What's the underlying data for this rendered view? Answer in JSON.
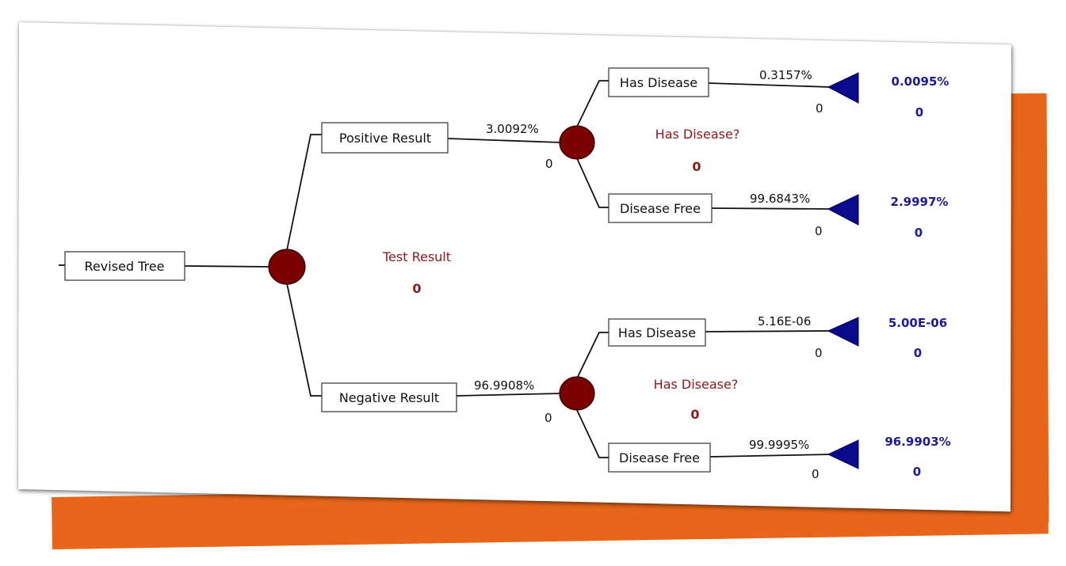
{
  "colors": {
    "accent_orange": "#e8661b",
    "chance_node": "#7b0000",
    "terminal_node": "#0a0a8c",
    "decision_label": "#8b1a1a",
    "terminal_text": "#1c1c9a"
  },
  "tree": {
    "root": {
      "label": "Revised Tree"
    },
    "root_chance": {
      "name": "Test Result",
      "value": "0"
    },
    "positive": {
      "label": "Positive Result",
      "probability": "3.0092%",
      "value": "0",
      "chance": {
        "name": "Has Disease?",
        "value": "0"
      },
      "branches": [
        {
          "label": "Has Disease",
          "probability": "0.3157%",
          "value": "0",
          "terminal_probability": "0.0095%",
          "terminal_value": "0"
        },
        {
          "label": "Disease Free",
          "probability": "99.6843%",
          "value": "0",
          "terminal_probability": "2.9997%",
          "terminal_value": "0"
        }
      ]
    },
    "negative": {
      "label": "Negative Result",
      "probability": "96.9908%",
      "value": "0",
      "chance": {
        "name": "Has Disease?",
        "value": "0"
      },
      "branches": [
        {
          "label": "Has Disease",
          "probability": "5.16E-06",
          "value": "0",
          "terminal_probability": "5.00E-06",
          "terminal_value": "0"
        },
        {
          "label": "Disease Free",
          "probability": "99.9995%",
          "value": "0",
          "terminal_probability": "96.9903%",
          "terminal_value": "0"
        }
      ]
    }
  }
}
